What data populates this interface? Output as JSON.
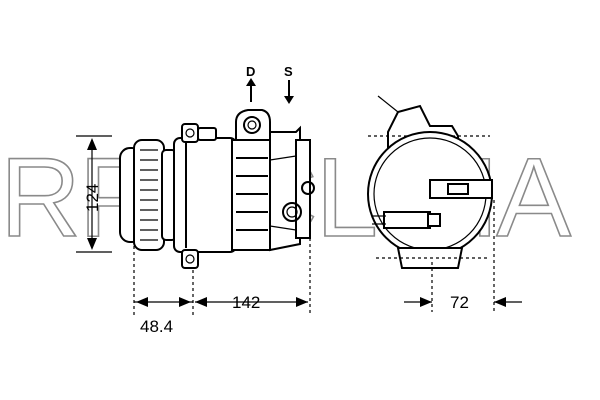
{
  "ports": {
    "discharge_label": "D",
    "suction_label": "S"
  },
  "dimensions": {
    "height": "124",
    "pulley_offset": "48.4",
    "body_length": "142",
    "side_width": "72"
  },
  "watermark": "RPL CLIMA"
}
